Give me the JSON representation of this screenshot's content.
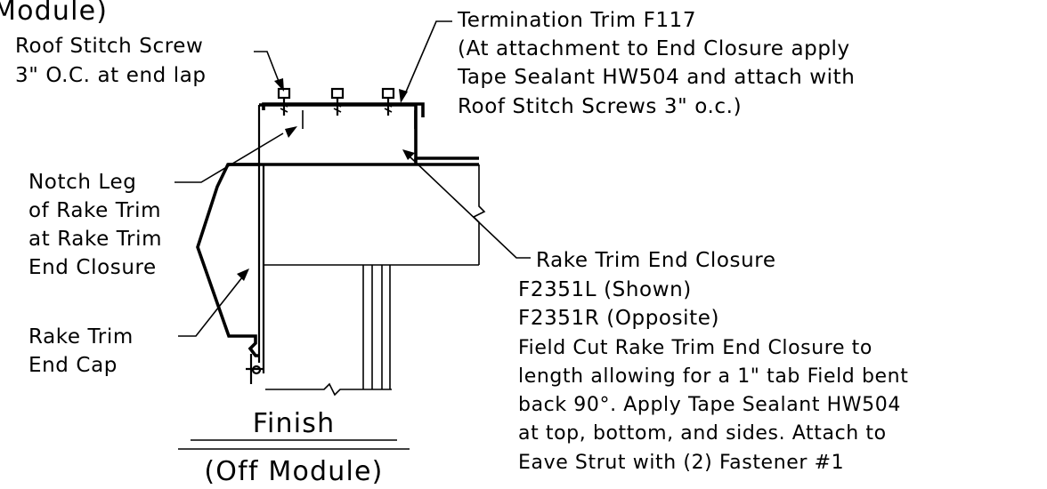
{
  "header": {
    "partial_title": "Module)"
  },
  "labels": {
    "roof_stitch_screw": [
      "Roof Stitch Screw",
      "3\" O.C. at end lap"
    ],
    "termination_trim": [
      "Termination Trim F117",
      "(At attachment to End Closure apply",
      "Tape Sealant HW504 and attach with",
      "Roof Stitch Screws 3\" o.c.)"
    ],
    "notch_leg": [
      "Notch Leg",
      "of Rake Trim",
      "at Rake Trim",
      "End Closure"
    ],
    "rake_trim_end_cap": [
      "Rake Trim",
      "End Cap"
    ],
    "rake_trim_end_closure": [
      "Rake Trim End Closure",
      "F2351L (Shown)",
      "F2351R (Opposite)",
      "Field Cut Rake Trim End Closure to",
      "length allowing for a 1\" tab Field bent",
      "back 90°. Apply Tape Sealant HW504",
      "at top, bottom, and sides. Attach to",
      "Eave Strut with (2) Fastener #1"
    ]
  },
  "footer": {
    "title": "Finish",
    "subtitle": "(Off Module)"
  },
  "colors": {
    "ink": "#000000",
    "background": "#ffffff"
  }
}
